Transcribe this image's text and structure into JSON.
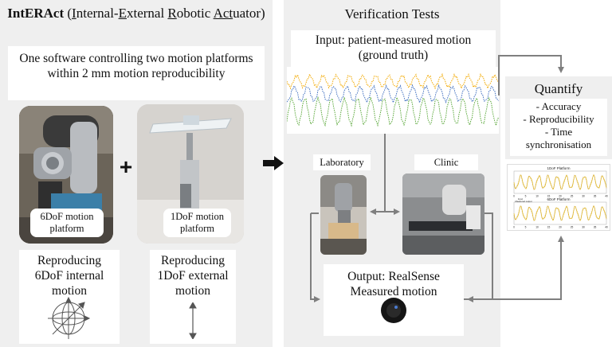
{
  "left": {
    "title_parts": [
      {
        "t": "IntERAct",
        "b": true,
        "u": false
      },
      {
        "t": " (",
        "b": false,
        "u": false
      },
      {
        "t": "I",
        "b": false,
        "u": true
      },
      {
        "t": "nternal-",
        "b": false,
        "u": false
      },
      {
        "t": "E",
        "b": false,
        "u": true
      },
      {
        "t": "xternal ",
        "b": false,
        "u": false
      },
      {
        "t": "R",
        "b": false,
        "u": true
      },
      {
        "t": "obotic ",
        "b": false,
        "u": false
      },
      {
        "t": "Act",
        "b": false,
        "u": true
      },
      {
        "t": "uator)",
        "b": false,
        "u": false
      }
    ],
    "subtitle": "One software controlling two motion platforms within 2 mm motion reproducibility",
    "plus": "+",
    "photo1_label": "6DoF motion platform",
    "photo2_label": "1DoF motion platform",
    "repro1": "Reproducing 6DoF internal motion",
    "repro2": "Reproducing 1DoF external motion"
  },
  "verification": {
    "title": "Verification Tests",
    "input_label": "Input: patient-measured motion (ground truth)",
    "laboratory": "Laboratory",
    "clinic": "Clinic",
    "output_label": "Output: RealSense Measured motion"
  },
  "quantify": {
    "title": "Quantify",
    "items": [
      "- Accuracy",
      "- Reproducibility",
      "- Time synchronisation"
    ]
  },
  "mini_chart": {
    "top_title": "1DoF Platform",
    "bottom_title": "6DoF Platform",
    "legend": [
      "Input",
      "Measured output"
    ],
    "ticks": [
      "0",
      "5",
      "10",
      "15",
      "20",
      "25",
      "30",
      "35",
      "40"
    ]
  },
  "colors": {
    "panel": "#efefef",
    "arrow": "#7f7f7f",
    "orange": "#f2a900",
    "blue": "#3f6fc0",
    "green": "#5aa83a",
    "yellow": "#e3b400"
  }
}
